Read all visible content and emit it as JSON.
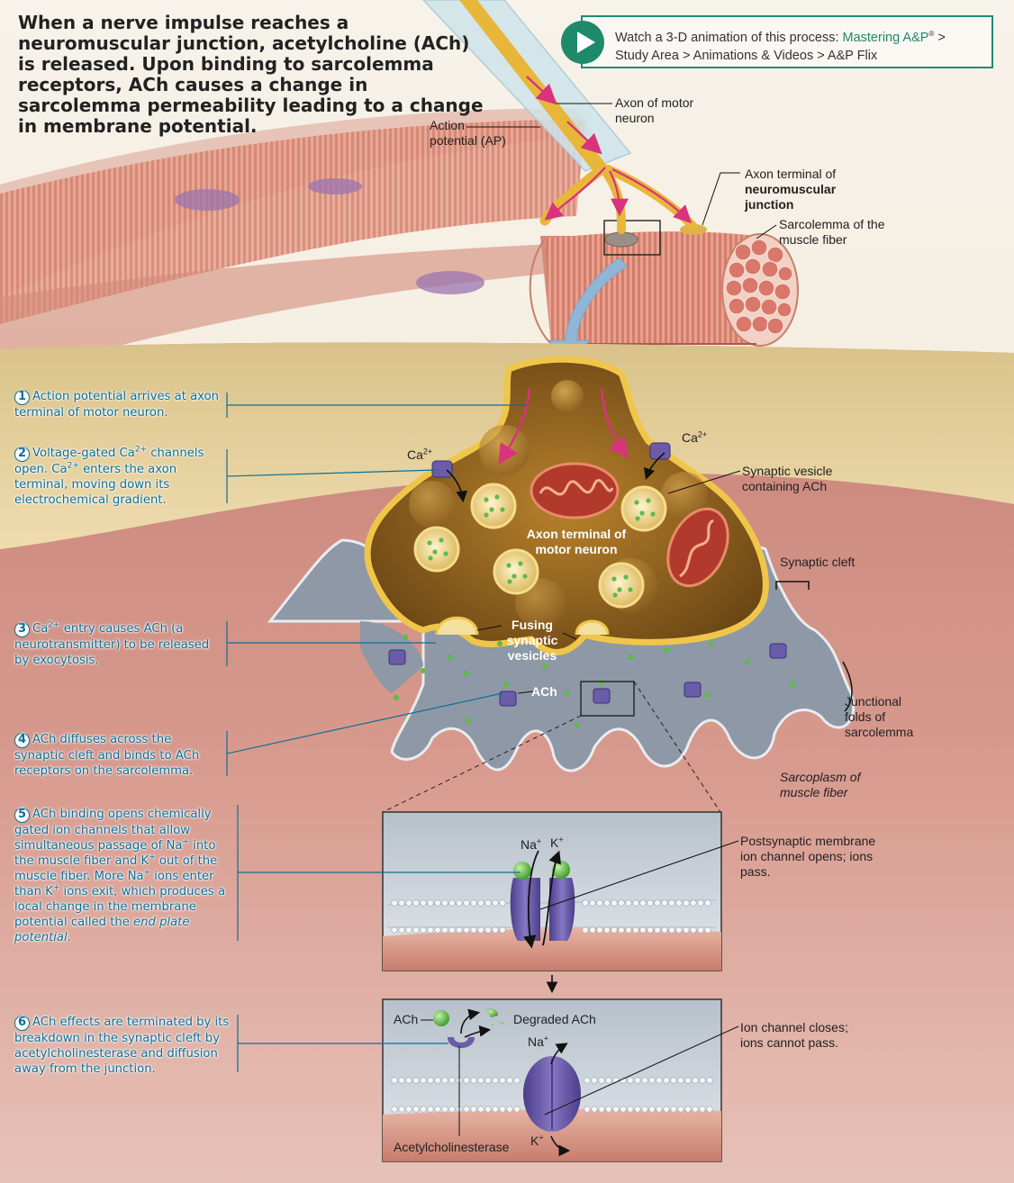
{
  "title": "When a nerve impulse reaches a neuromuscular junction, acetylcholine (ACh) is released. Upon binding to sarcolemma receptors, ACh causes a change in sarcolemma permeability leading to a change in membrane potential.",
  "animation": {
    "prefix": "Watch a 3-D animation of this process: ",
    "link": "Mastering A&P",
    "mark": "®",
    "path_1": " >",
    "path_2": "Study Area > Animations & Videos > A&P Flix"
  },
  "labels": {
    "axon_of_motor_neuron": "Axon of motor neuron",
    "action_potential": "Action potential (AP)",
    "axon_terminal_prefix": "Axon terminal of",
    "axon_terminal_bold": "neuromuscular junction",
    "sarcolemma_fiber": "Sarcolemma of the muscle fiber",
    "ca_left": "Ca",
    "ca_right": "Ca",
    "ca_charge": "2+",
    "synaptic_vesicle": "Synaptic vesicle containing ACh",
    "axon_terminal_inner": "Axon terminal of motor neuron",
    "synaptic_cleft": "Synaptic cleft",
    "fusing_vesicles": "Fusing synaptic vesicles",
    "ach": "ACh",
    "junctional_folds": "Junctional folds of sarcolemma",
    "sarcoplasm": "Sarcoplasm of muscle fiber",
    "na_top": "Na",
    "k_top": "K",
    "plus": "+",
    "postsynaptic": "Postsynaptic membrane ion channel opens; ions pass.",
    "ach_bottom": "ACh",
    "degraded_ach": "Degraded ACh",
    "na_bottom": "Na",
    "ion_channel_closes": "Ion channel closes; ions cannot pass.",
    "k_bottom": "K",
    "acetylcholinesterase": "Acetylcholinesterase"
  },
  "steps": [
    {
      "number": "1",
      "text": "Action potential arrives at axon terminal of motor neuron."
    },
    {
      "number": "2",
      "text_a": "Voltage-gated Ca",
      "sup_a": "2+",
      "text_b": " channels open. Ca",
      "sup_b": "2+",
      "text_c": " enters the axon terminal, moving down its electrochemical gradient."
    },
    {
      "number": "3",
      "text_a": "Ca",
      "sup_a": "2+",
      "text_b": " entry causes ACh (a neurotransmitter) to be released by exocytosis."
    },
    {
      "number": "4",
      "text": "ACh diffuses across the synaptic cleft and binds to ACh receptors on the sarcolemma."
    },
    {
      "number": "5",
      "text_a": "ACh binding opens chemically gated ion channels that allow simultaneous passage of Na",
      "sup_a": "+",
      "text_b": " into the muscle fiber and K",
      "sup_b": "+",
      "text_c": " out of the muscle fiber. More Na",
      "sup_c": "+",
      "text_d": " ions enter than K",
      "sup_d": "+",
      "text_e": " ions exit, which produces a local change in the membrane potential called the ",
      "text_f": "end plate potential",
      "text_g": "."
    },
    {
      "number": "6",
      "text": "ACh effects are terminated by its breakdown in the synaptic cleft by acetylcholinesterase and diffusion away from the junction."
    }
  ],
  "colors": {
    "axon": "#e8b73a",
    "muscle": "#d98a7a",
    "terminal_fill": "#8a5a1c",
    "cleft": "#8e98a6",
    "vesicle_ach": "#5dbb4a",
    "channel": "#6a5ca8",
    "callout": "#0c6f95",
    "arrow": "#d8337c"
  }
}
